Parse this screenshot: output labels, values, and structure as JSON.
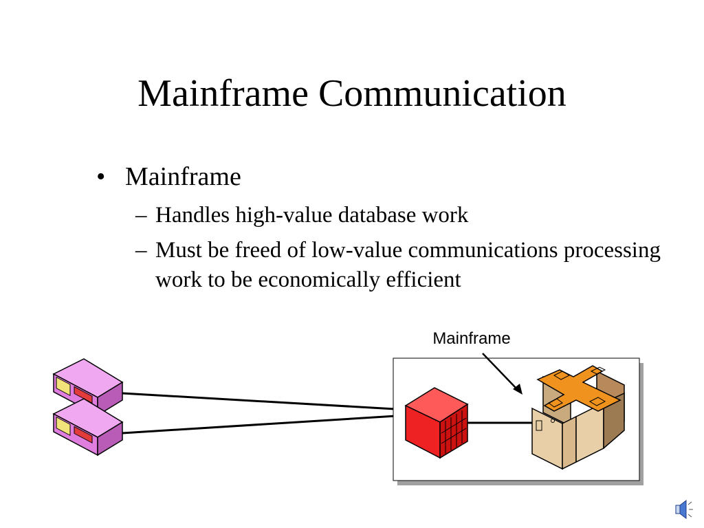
{
  "slide": {
    "title": "Mainframe Communication",
    "bullets": [
      {
        "marker": "•",
        "text": "Mainframe",
        "sub": [
          {
            "marker": "–",
            "text": "Handles high-value database work"
          },
          {
            "marker": "–",
            "text": "Must be freed of low-value communications processing work to be economically efficient"
          }
        ]
      }
    ]
  },
  "diagram": {
    "mainframe_label": "Mainframe",
    "icons": {
      "terminals": "terminal-icon",
      "front_end_processor": "front-end-processor-icon",
      "mainframe": "mainframe-icon",
      "audio": "speaker-icon"
    },
    "colors": {
      "terminal": "#e07ee0",
      "processor": "#ee2222",
      "mainframe_top": "#f0921e",
      "mainframe_body": "#e8cfa8"
    }
  }
}
